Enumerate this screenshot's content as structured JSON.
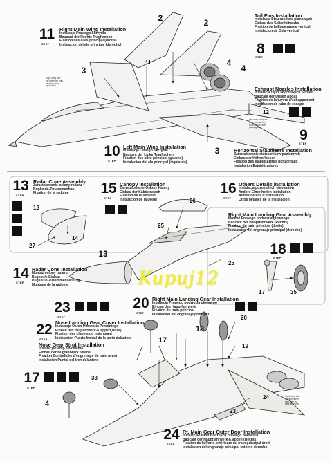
{
  "steps": {
    "s11": {
      "num": "11",
      "label": "STEP",
      "title": "Right Main Wing Installation",
      "subs": [
        "Instalacja Prawego Skrzydla",
        "Baucant der Rechte Tragflachen",
        "Fixation des ailes principal (droits)",
        "Instalacion del ala principal (derecho)"
      ]
    },
    "s10": {
      "num": "10",
      "label": "STEP",
      "title": "Left Main Wing Installation",
      "subs": [
        "Instalacja Lewego Skrzydla",
        "Baucant der Linke Tragflachen",
        "Fixation des ailes principal (gauche)",
        "Instalacion del ala principal (izquierdo)"
      ]
    },
    "s8": {
      "num": "8",
      "label": "STEP",
      "title": "Tail Fins Installation",
      "subs": [
        "Instalacja Statecznikow pionowych",
        "Einbau des Seitenleitwerks",
        "Fixation de la Empennage vertical",
        "Instalacion de Cola vertical"
      ]
    },
    "s9": {
      "num": "9",
      "label": "STEP",
      "title": "Exhaust Nozzles Installation",
      "subs": [
        "Instalacja Dysz Wylotowych Silnika",
        "Baucant der Düsen Abgas",
        "Fixation de la tuyère d'échappement",
        "Instalacion de tubo de escape"
      ]
    },
    "hstab": {
      "title": "Horizontal Stabilizers Installation",
      "subs": [
        "Zainstalowanie statecznikow poziomych",
        "Einbau der Höhenflossen",
        "Fixation des stabilisateurs horizontaux",
        "Instalacion Estabilizadores"
      ]
    },
    "s13": {
      "num": "13",
      "label": "STEP",
      "title": "Radar Cone Assembly",
      "subs": [
        "Zainstalowanie osłony radaru",
        "Bugkeule-Zusammenbau",
        "Fixation de la radome"
      ]
    },
    "s15": {
      "num": "15",
      "label": "STEP",
      "title": "Canopy Installation",
      "subs": [
        "Zainstalowanie Osłony Kabiny",
        "Einbau der Kabinendach",
        "Fixation de la Verrière",
        "Instalacion de la Dosel"
      ]
    },
    "s16": {
      "num": "16",
      "label": "STEP",
      "title": "Others Details installation",
      "subs": [
        "Instalacja pozostałych elementów",
        "Andere Einzelheiten Installation",
        "Autres détails d'installation",
        "Otros detalles de la instalación"
      ]
    },
    "s14": {
      "num": "14",
      "label": "STEP",
      "title": "Radar Cone Installation",
      "subs": [
        "Montaż osłony radaru",
        "Bugkeule-Einbau",
        "Bugkeule-Zusammensetzung",
        "Montage de la radome"
      ]
    },
    "s18": {
      "num": "18",
      "label": "STEP",
      "title": "Right Main Landing Gear Assembly",
      "subs": [
        "Montaż Prawego podwozia glownego",
        "Baucant der Hauptfahrwerk (Rechts)",
        "Fixation du train principal (droite)",
        "Instalacion del engranaje principal (derecho)"
      ]
    },
    "s23": {
      "num": "23",
      "label": "STEP"
    },
    "s20": {
      "num": "20",
      "label": "STEP",
      "title": "Right Main Landing Gear Installation",
      "subs": [
        "Instalacja Prawego podwozia glownego",
        "Einbau des Hauptfahrwerk",
        "Fixation du train principal",
        "Instalacion del engranaje principal"
      ]
    },
    "s22": {
      "num": "22",
      "label": "STEP",
      "title": "Nose Landing Gear Cover Installation",
      "subs": [
        "Instalacja Osłon Podwozia Przedniego",
        "Einbau des Bugfahrwerk-Klappen(Nose)",
        "Fixation des clapets du train avant",
        "Instalacion Puerta frontal de la parte delantera"
      ]
    },
    "s21": {
      "title": "Nose Gear Strut Installation",
      "subs": [
        "Instalacja Lamp Kołowania",
        "Einbau der Bugfahrwerk Strebe",
        "Fixation Contrefiche d'engrenage de train avant",
        "Instalacion Puntal del tren delantero"
      ]
    },
    "s17": {
      "num": "17",
      "label": "STEP"
    },
    "s24": {
      "num": "24",
      "label": "STEP",
      "title": "Rt. Main Gear Outer Door Installation",
      "subs": [
        "Instalacja Osłon Bocznych prawego podwozia",
        "Baucant der Hauptfahrwerk-Klappen (Rechts)",
        "Fixation de la Porte extérieure du train principal droit",
        "Instalacion del engranaje principal externo derecho"
      ]
    }
  },
  "small_steps": {
    "a": "2",
    "b": "2",
    "c": "3",
    "d": "3",
    "e": "4",
    "f": "4",
    "g": "13",
    "h": "17",
    "i": "18",
    "j": "4"
  },
  "parts": {
    "p11": "11",
    "p12": "12",
    "p13": "13",
    "p14": "14",
    "p27": "27",
    "p26": "26",
    "p25a": "25",
    "p25b": "25",
    "p17": "17",
    "p35": "35",
    "p20": "20",
    "p19": "19",
    "p33": "33",
    "p24": "24",
    "p23": "23"
  },
  "notes": {
    "wingnote": [
      "Right wing twin",
      "for reference only,",
      "pending decal",
      "application"
    ],
    "leftnote": [
      "Left main stabilizer",
      "Only for attaching",
      "to the model after",
      "painting step"
    ],
    "rwingnote": [
      "Right wing twin",
      "Sample rather",
      "than with the",
      "assembly step"
    ]
  },
  "watermark": "Kupuj12"
}
